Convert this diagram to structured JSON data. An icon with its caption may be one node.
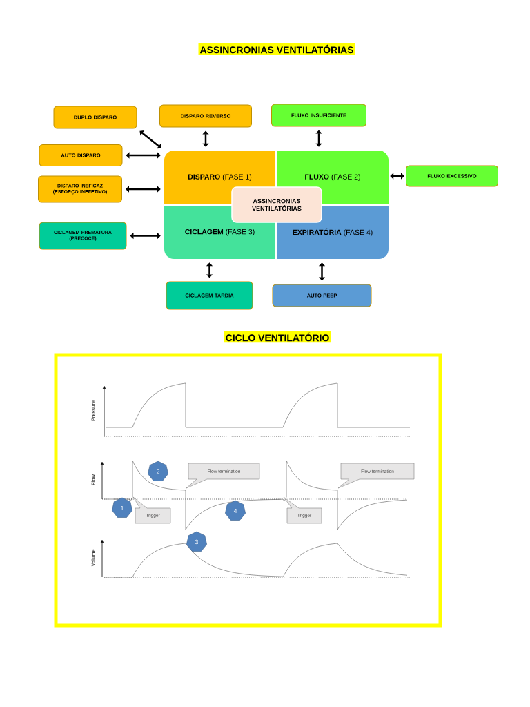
{
  "diagram": {
    "title": "ASSINCRONIAS VENTILATÓRIAS",
    "nodes": [
      {
        "text": [
          "DUPLO DISPARO"
        ]
      },
      {
        "text": [
          "DISPARO REVERSO"
        ]
      },
      {
        "text": [
          "FLUXO INSUFICIENTE"
        ]
      },
      {
        "text": [
          "AUTO DISPARO"
        ]
      },
      {
        "text": [
          "DISPARO INEFICAZ (ESFORÇO INEFETIVO)"
        ]
      },
      {
        "text": [
          "**DISPARO** (FASE 1)"
        ]
      },
      {
        "text": [
          "**FLUXO** (FASE 2)"
        ]
      },
      {
        "text": [
          "FLUXO EXCESSIVO"
        ]
      },
      {
        "text": [
          "ASSINCRONIAS VENTILATÓRIAS"
        ]
      },
      {
        "text": [
          "CICLAGEM PREMATURA (PRECOCE)"
        ]
      },
      {
        "text": [
          "**CICLAGEM** (FASE 3)"
        ]
      },
      {
        "text": [
          "**EXPIRATÓRIA** (FASE 4)"
        ]
      },
      {
        "text": [
          "CICLAGEM TARDIA"
        ]
      },
      {
        "text": [
          "AUTO PEEP"
        ]
      },
      {
        "text": [
          "2"
        ]
      },
      {
        "text": [
          "Flow termination"
        ]
      },
      {
        "text": [
          "Flow termination"
        ]
      },
      {
        "text": [
          "1"
        ]
      },
      {
        "text": [
          "Trigger"
        ]
      },
      {
        "text": [
          "4"
        ]
      },
      {
        "text": [
          "Trigger"
        ]
      },
      {
        "text": [
          "3"
        ]
      }
    ],
    "edges": [
      {
        "from": 0,
        "to": 5,
        "arrow": "both"
      },
      {
        "from": 1,
        "to": 5,
        "arrow": "both"
      },
      {
        "from": 2,
        "to": 6,
        "arrow": "both"
      },
      {
        "from": 3,
        "to": 5,
        "arrow": "both"
      },
      {
        "from": 4,
        "to": 5,
        "arrow": "both"
      },
      {
        "from": 7,
        "to": 6,
        "arrow": "both"
      },
      {
        "from": 9,
        "to": 10,
        "arrow": "both"
      },
      {
        "from": 12,
        "to": 10,
        "arrow": "both"
      },
      {
        "from": 13,
        "to": 11,
        "arrow": "both"
      }
    ],
    "labels": [
      "CICLO VENTILATÓRIO",
      "Pressure",
      "Flow",
      "Volume"
    ]
  }
}
